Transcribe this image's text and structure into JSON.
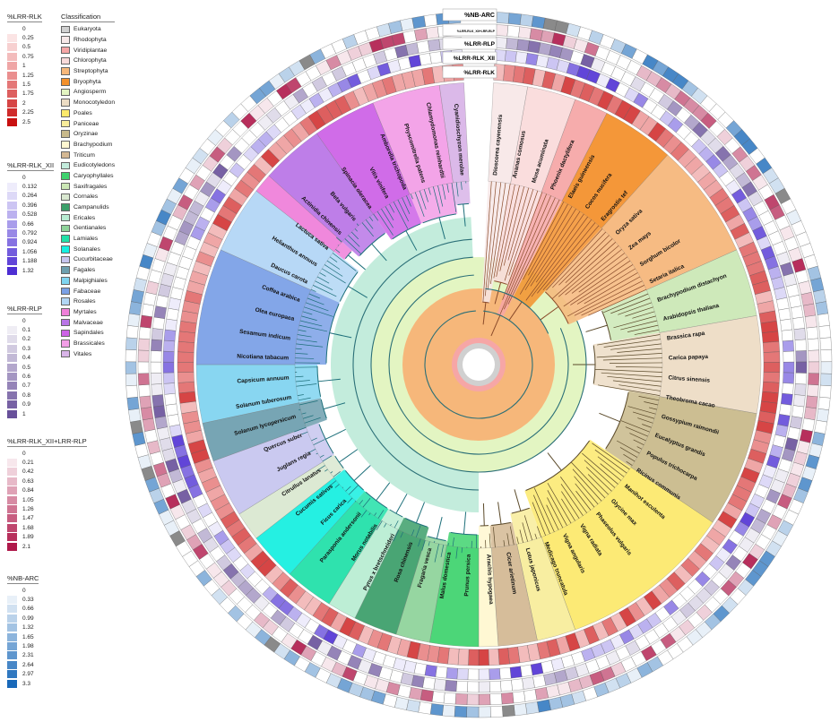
{
  "scales": [
    {
      "id": "lrr-rlk",
      "title": "%LRR-RLK",
      "values": [
        "0",
        "0.25",
        "0.5",
        "0.75",
        "1",
        "1.25",
        "1.5",
        "1.75",
        "2",
        "2.25",
        "2.5"
      ],
      "colors": [
        "#ffffff",
        "#fbe4e4",
        "#f7d0d0",
        "#f3bcbc",
        "#efa6a6",
        "#ea8f8f",
        "#e47777",
        "#dd5f5f",
        "#d64545",
        "#cf2b2b",
        "#c81010"
      ]
    },
    {
      "id": "lrr-rlk-xii",
      "title": "%LRR-RLK_XII",
      "values": [
        "0",
        "0.132",
        "0.264",
        "0.396",
        "0.528",
        "0.66",
        "0.792",
        "0.924",
        "1.056",
        "1.188",
        "1.32"
      ],
      "colors": [
        "#ffffff",
        "#eeecfb",
        "#ddd9f7",
        "#ccc5f3",
        "#bbb1ef",
        "#a99deb",
        "#9888e6",
        "#8672e2",
        "#735cdd",
        "#6145d8",
        "#4d2ed3"
      ]
    },
    {
      "id": "lrr-rlp",
      "title": "%LRR-RLP",
      "values": [
        "0",
        "0.1",
        "0.2",
        "0.3",
        "0.4",
        "0.5",
        "0.6",
        "0.7",
        "0.8",
        "0.9",
        "1"
      ],
      "colors": [
        "#ffffff",
        "#efedf4",
        "#e0dcea",
        "#d1cae0",
        "#c2b9d6",
        "#b3a7cc",
        "#a496c2",
        "#9584b8",
        "#8673ae",
        "#7761a4",
        "#68509a"
      ]
    },
    {
      "id": "lrr-rlk-xii-rlp",
      "title": "%LRR-RLK_XII+LRR-RLP",
      "values": [
        "0",
        "0.21",
        "0.42",
        "0.63",
        "0.84",
        "1.05",
        "1.26",
        "1.47",
        "1.68",
        "1.89",
        "2.1"
      ],
      "colors": [
        "#ffffff",
        "#f7e7ec",
        "#efd0da",
        "#e7b9c8",
        "#dfa2b6",
        "#d78ba4",
        "#cf7492",
        "#c75d80",
        "#bf466e",
        "#b72f5c",
        "#af184a"
      ]
    },
    {
      "id": "nb-arc",
      "title": "%NB-ARC",
      "values": [
        "0",
        "0.33",
        "0.66",
        "0.99",
        "1.32",
        "1.65",
        "1.98",
        "2.31",
        "2.64",
        "2.97",
        "3.3"
      ],
      "colors": [
        "#ffffff",
        "#e8f0f8",
        "#d1e1f1",
        "#bad2ea",
        "#a3c3e3",
        "#8cb4dc",
        "#75a5d5",
        "#5e96ce",
        "#4787c7",
        "#3078c0",
        "#1969b9"
      ]
    }
  ],
  "classification": {
    "title": "Classification",
    "items": [
      {
        "label": "Eukaryota",
        "color": "#d0d0d0"
      },
      {
        "label": "Rhodophyta",
        "color": "#f7e8e8"
      },
      {
        "label": "Viridiplantae",
        "color": "#f6a6a6"
      },
      {
        "label": "Chlorophyta",
        "color": "#f9dada"
      },
      {
        "label": "Streptophyta",
        "color": "#f6b77a"
      },
      {
        "label": "Bryophyta",
        "color": "#f3902b"
      },
      {
        "label": "Angiosperm",
        "color": "#e3f5c2"
      },
      {
        "label": "Monocotyledon",
        "color": "#ecdcc4"
      },
      {
        "label": "Poales",
        "color": "#fbe96b"
      },
      {
        "label": "Paniceae",
        "color": "#f8ec9a"
      },
      {
        "label": "Oryzinae",
        "color": "#c8b98a"
      },
      {
        "label": "Brachypodium",
        "color": "#fff7d0"
      },
      {
        "label": "Triticum",
        "color": "#d4b893"
      },
      {
        "label": "Eudicotyledons",
        "color": "#c3ecdc"
      },
      {
        "label": "Caryophyllales",
        "color": "#3fd36f"
      },
      {
        "label": "Saxifragales",
        "color": "#cbe7b5"
      },
      {
        "label": "Cornales",
        "color": "#d9e8d0"
      },
      {
        "label": "Campanulids",
        "color": "#3c9f6a"
      },
      {
        "label": "Ericales",
        "color": "#b8ecd2"
      },
      {
        "label": "Gentianales",
        "color": "#8ed39a"
      },
      {
        "label": "Lamiales",
        "color": "#21e0a8"
      },
      {
        "label": "Solanales",
        "color": "#15efe0"
      },
      {
        "label": "Cucurbitaceae",
        "color": "#c7c5ee"
      },
      {
        "label": "Fagales",
        "color": "#6d9fae"
      },
      {
        "label": "Malpighiales",
        "color": "#7fd4f0"
      },
      {
        "label": "Fabaceae",
        "color": "#7aa0e6"
      },
      {
        "label": "Rosales",
        "color": "#b2d6f5"
      },
      {
        "label": "Myrtales",
        "color": "#ee7fd9"
      },
      {
        "label": "Malvaceae",
        "color": "#b975e6"
      },
      {
        "label": "Sapindales",
        "color": "#cc62e6"
      },
      {
        "label": "Brassicales",
        "color": "#f29ee6"
      },
      {
        "label": "Vitales",
        "color": "#d8b4e8"
      }
    ]
  },
  "ring_labels": [
    "%NB-ARC",
    "%LRR-RLK_XII+LRR-RLP",
    "%LRR-RLP",
    "%LRR-RLK_XII",
    "%LRR-RLK"
  ],
  "species_labels": [
    "Dioscorea cayenensis",
    "Ananas comosus",
    "Musa acuminata",
    "Phoenix dactylifera",
    "Elaeis guineensis",
    "Cocos nucifera",
    "Eragrostis tef",
    "Oryza sativa",
    "Zea mays",
    "Sorghum bicolor",
    "Setaria italica",
    "Brachypodium distachyon",
    "Arabidopsis thaliana",
    "Brassica rapa",
    "Carica papaya",
    "Citrus sinensis",
    "Theobroma cacao",
    "Gossypium raimondii",
    "Eucalyptus grandis",
    "Populus trichocarpa",
    "Ricinus communis",
    "Manihot esculenta",
    "Glycine max",
    "Phaseolus vulgaris",
    "Vigna radiata",
    "Vigna angularis",
    "Medicago truncatula",
    "Lotus japonicus",
    "Cicer arietinum",
    "Arachis hypogaea",
    "Prunus persica",
    "Malus domestica",
    "Fragaria vesca",
    "Rosa chinensis",
    "Pyrus x bretschneideri",
    "Morus notabilis",
    "Parasponia andersonii",
    "Ficus carica",
    "Cucumis sativus",
    "Citrullus lanatus",
    "Juglans regia",
    "Quercus suber",
    "Solanum lycopersicum",
    "Solanum tuberosum",
    "Capsicum annuum",
    "Nicotiana tabacum",
    "Sesamum indicum",
    "Olea europaea",
    "Coffea arabica",
    "Daucus carota",
    "Helianthus annuus",
    "Lactuca sativa",
    "Actinidia chinensis",
    "Beta vulgaris",
    "Spinacia oleracea",
    "Vitis vinifera",
    "Amborella trichopoda",
    "Physcomitrella patens",
    "Chlamydomonas reinhardtii",
    "Cyanidioschyzon merolae"
  ]
}
